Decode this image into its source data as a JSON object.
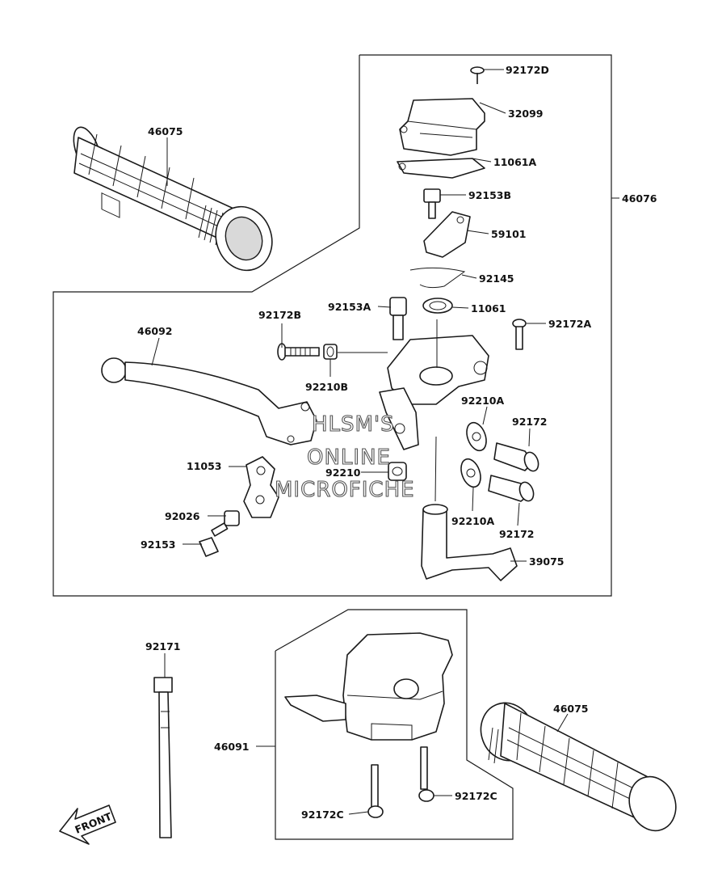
{
  "diagram": {
    "parts": {
      "p46075_top": "46075",
      "p46076": "46076",
      "p92172D": "92172D",
      "p32099": "32099",
      "p11061A": "11061A",
      "p92153B": "92153B",
      "p59101": "59101",
      "p92145": "92145",
      "p92153A": "92153A",
      "p11061": "11061",
      "p92172A": "92172A",
      "p92172B": "92172B",
      "p46092": "46092",
      "p92210B": "92210B",
      "p92210A_1": "92210A",
      "p92172_1": "92172",
      "p11053": "11053",
      "p92210": "92210",
      "p92026": "92026",
      "p92210A_2": "92210A",
      "p92153": "92153",
      "p92172_2": "92172",
      "p39075": "39075",
      "p92171": "92171",
      "p46091": "46091",
      "p46075_bottom": "46075",
      "p92172C_1": "92172C",
      "p92172C_2": "92172C"
    },
    "front_arrow": "FRONT",
    "watermark": [
      "HLSM'S",
      "ONLINE",
      "MICROFICHE"
    ]
  }
}
